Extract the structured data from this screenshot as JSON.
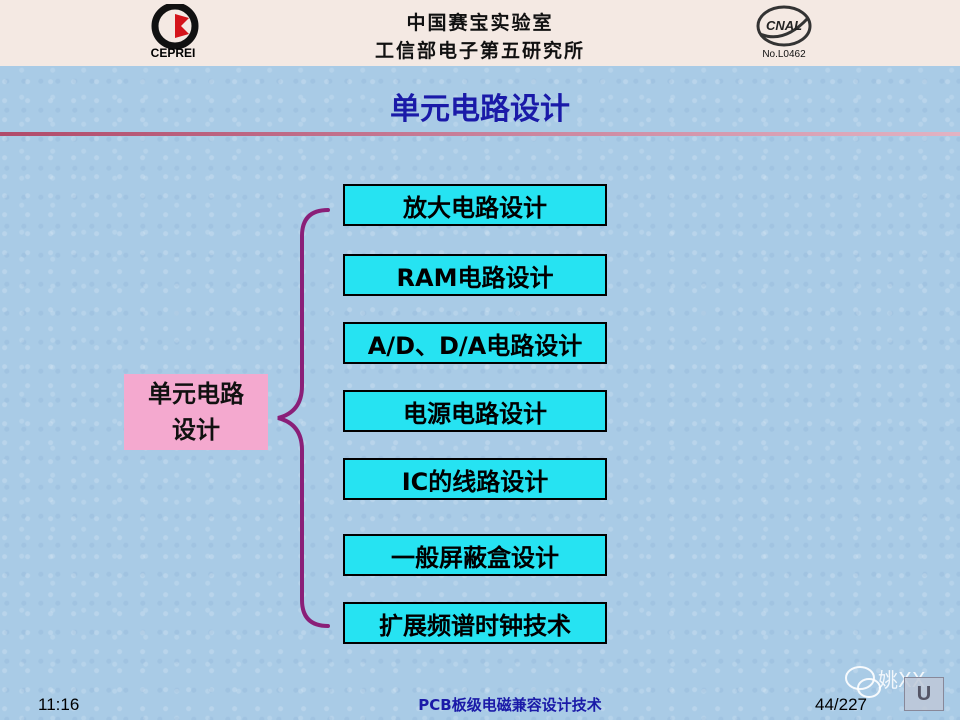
{
  "header": {
    "left_logo_text": "CEPREI",
    "line1": "中国赛宝实验室",
    "line2": "工信部电子第五研究所",
    "right_logo_mark": "CNAL",
    "right_logo_text": "No.L0462"
  },
  "slide": {
    "title": "单元电路设计",
    "root": {
      "line1": "单元电路",
      "line2": "设计"
    },
    "items": [
      "放大电路设计",
      "RAM电路设计",
      "A/D、D/A电路设计",
      "电源电路设计",
      "IC的线路设计",
      "一般屏蔽盒设计",
      "扩展频谱时钟技术"
    ]
  },
  "footer": {
    "time": "11:16",
    "title": "PCB板级电磁兼容设计技术",
    "page": "44/227"
  },
  "watermark": {
    "text": "姚XX",
    "nav_glyph": "U"
  },
  "colors": {
    "background": "#a9cbe6",
    "header_bg": "#f4e9e3",
    "title": "#1a1aa8",
    "item_fill": "#26e3f2",
    "root_fill": "#f4a9cf",
    "brace": "#8a1f78"
  }
}
